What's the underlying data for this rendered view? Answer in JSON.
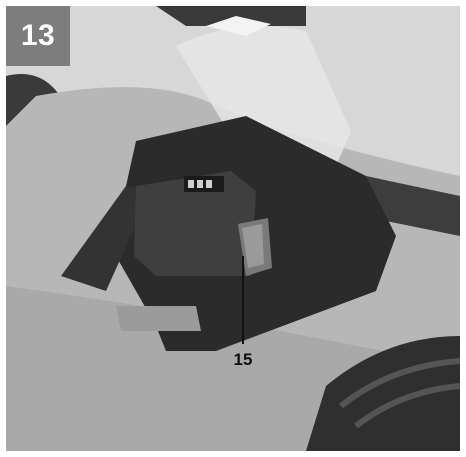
{
  "figure": {
    "step_number": "13",
    "callouts": [
      {
        "label": "15",
        "target": "battery-release-latch"
      }
    ]
  },
  "colors": {
    "badge_bg": "#7d7d7d",
    "badge_text": "#ffffff",
    "housing_dark": "#2b2b2b",
    "body_light": "#b4b4b4"
  }
}
